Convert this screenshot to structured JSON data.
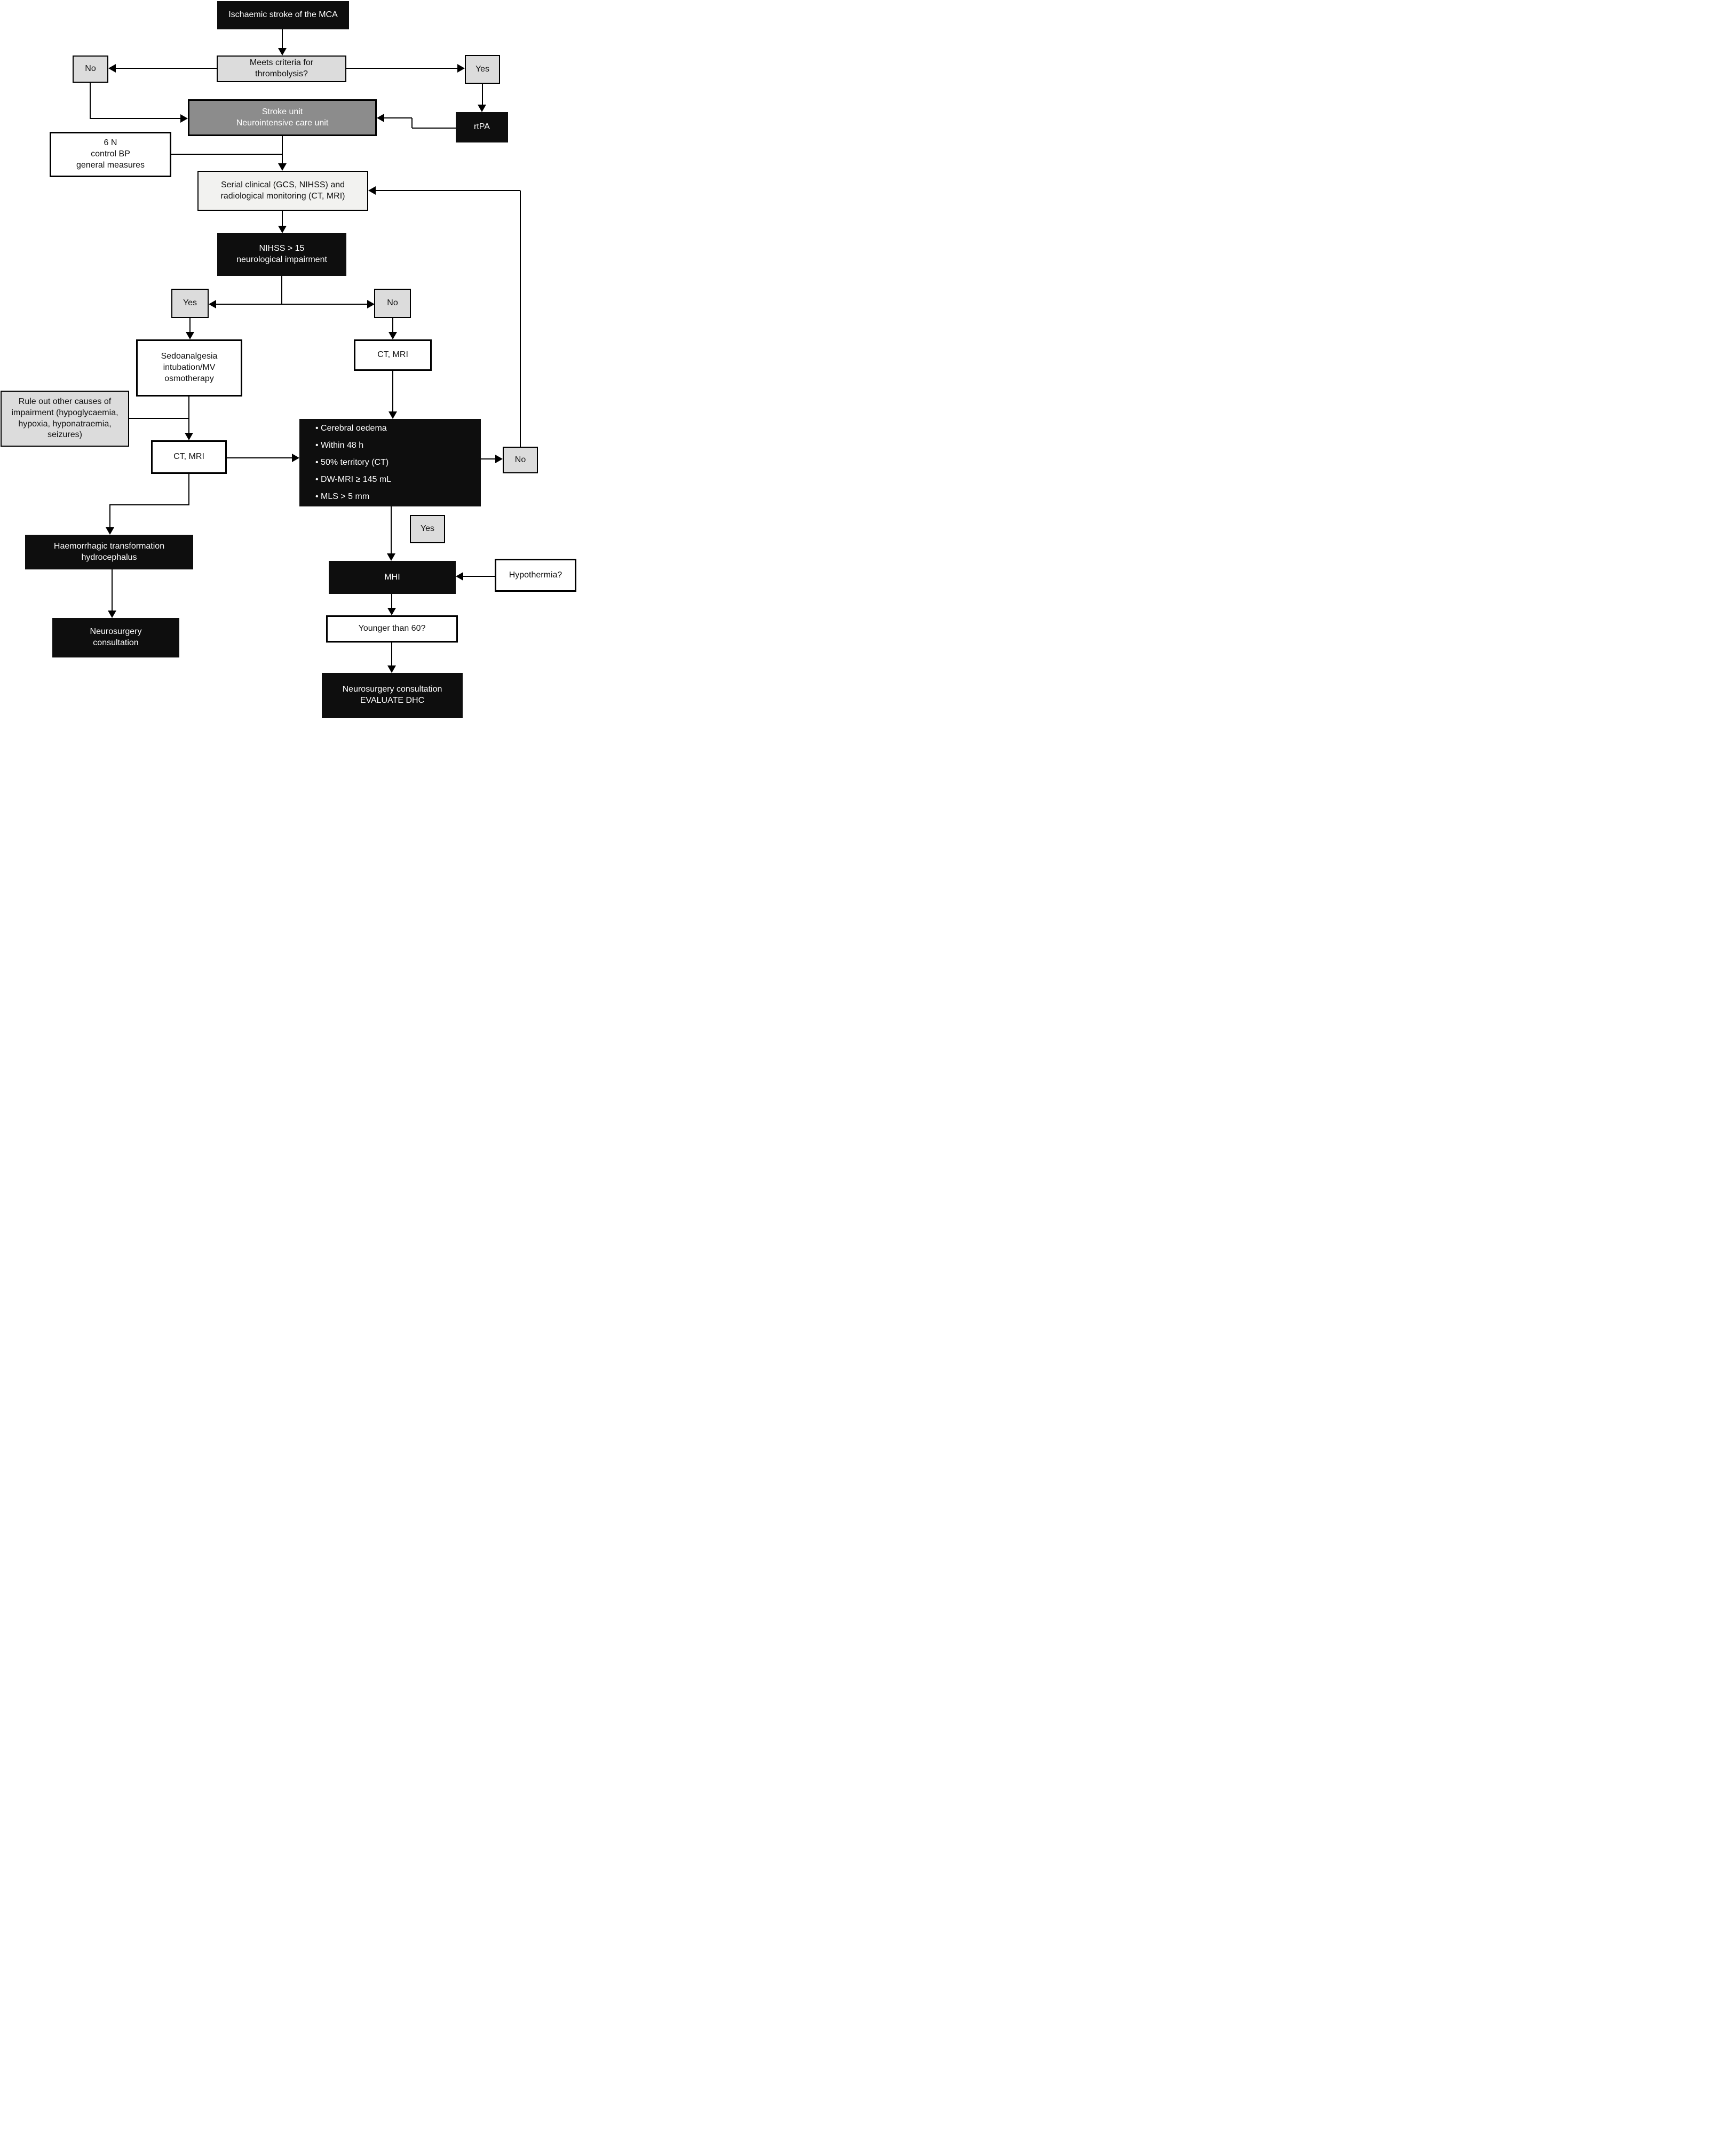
{
  "title": "Ischaemic stroke of the MCA — management flowchart",
  "colors": {
    "box_black": "#0e0e0e",
    "box_light": "#dcdcdc",
    "box_mid": "#8c8c8c",
    "box_offwhite": "#f2f2f0",
    "box_white": "#ffffff",
    "line": "#000000"
  },
  "nodes": {
    "ischaemic_stroke": {
      "text": "Ischaemic stroke of the MCA"
    },
    "meets_criteria": {
      "text": "Meets criteria for\nthrombolysis?"
    },
    "no_top": {
      "text": "No"
    },
    "yes_top": {
      "text": "Yes"
    },
    "rtpa": {
      "text": "rtPA"
    },
    "stroke_unit": {
      "text": "Stroke unit\nNeurointensive care unit"
    },
    "six_n": {
      "text": "6 N\ncontrol BP\ngeneral measures"
    },
    "serial_monitoring": {
      "text": "Serial clinical (GCS, NIHSS) and\nradiological monitoring (CT, MRI)"
    },
    "nihss": {
      "text": "NIHSS > 15\nneurological impairment"
    },
    "yes_mid": {
      "text": "Yes"
    },
    "no_mid": {
      "text": "No"
    },
    "sedoanalgesia": {
      "text": "Sedoanalgesia\nintubation/MV\nosmotherapy"
    },
    "ct_mri_right": {
      "text": "CT, MRI"
    },
    "rule_out": {
      "text": "Rule out other causes of\nimpairment (hypoglycaemia,\nhypoxia, hyponatraemia,\nseizures)"
    },
    "ct_mri_left": {
      "text": "CT, MRI"
    },
    "criteria_bullets": {
      "text": "• Cerebral oedema\n• Within 48 h\n• 50% territory (CT)\n• DW-MRI ≥ 145 mL\n• MLS > 5 mm"
    },
    "no_right": {
      "text": "No"
    },
    "yes_low": {
      "text": "Yes"
    },
    "mhi": {
      "text": "MHI"
    },
    "hypothermia": {
      "text": "Hypothermia?"
    },
    "younger": {
      "text": "Younger than 60?"
    },
    "haemorrhagic": {
      "text": "Haemorrhagic transformation\nhydrocephalus"
    },
    "neuro_left": {
      "text": "Neurosurgery\nconsultation"
    },
    "final_box": {
      "text": "Neurosurgery consultation\nEVALUATE DHC"
    }
  }
}
